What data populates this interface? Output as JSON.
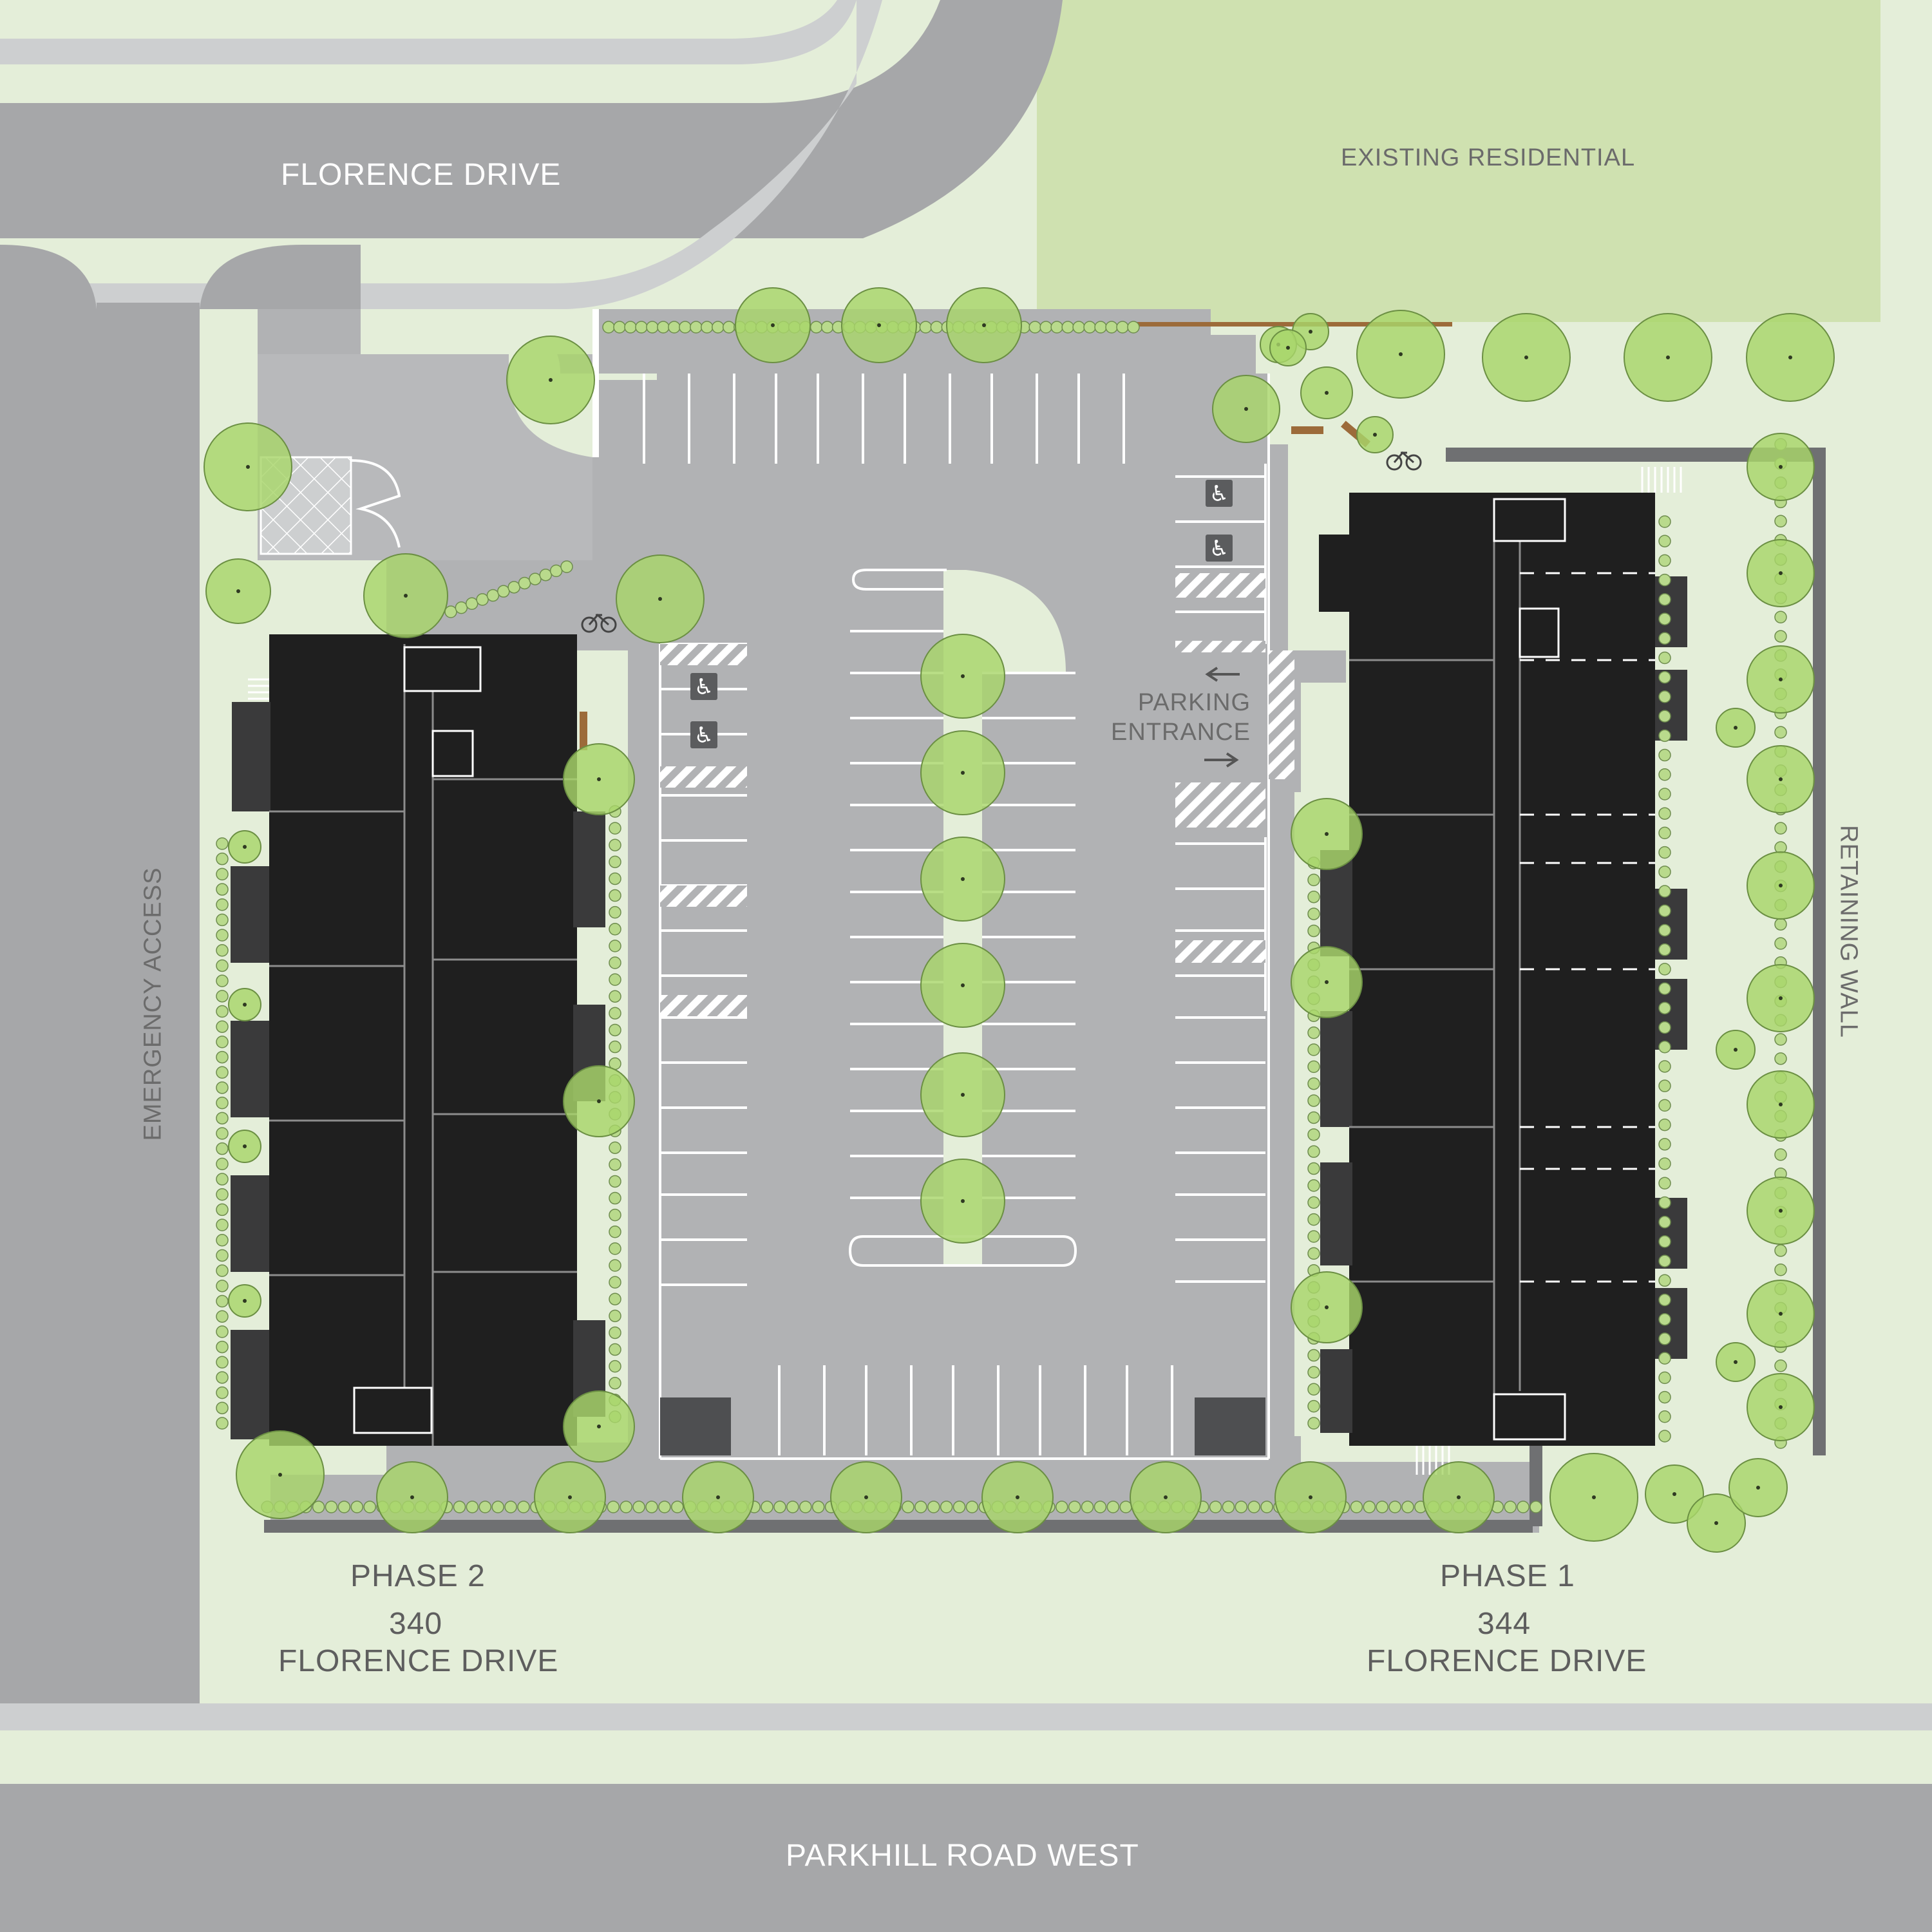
{
  "labels": {
    "florence_drive_top": "FLORENCE DRIVE",
    "existing_residential": "EXISTING RESIDENTIAL",
    "parking_entrance_line1": "PARKING",
    "parking_entrance_line2": "ENTRANCE",
    "emergency_access": "EMERGENCY ACCESS",
    "retaining_wall": "RETAINING WALL",
    "phase2": "PHASE 2",
    "phase2_addr_number": "340",
    "phase2_addr_street": "FLORENCE DRIVE",
    "phase1": "PHASE 1",
    "phase1_addr_number": "344",
    "phase1_addr_street": "FLORENCE DRIVE",
    "parkhill_road": "PARKHILL ROAD WEST"
  },
  "colors": {
    "lawn": "#e4eed9",
    "existing_residential_lot": "#cfe1b0",
    "road": "#a6a7a9",
    "sidewalk": "#cdcfd0",
    "parking_lot": "#b1b2b4",
    "building_roof": "#1f1f1f",
    "tree_canopy": "#a8d66a",
    "shrub": "#b9da8c",
    "retaining_wall": "#6f7072"
  },
  "icons": [
    "accessible-parking-icon",
    "bicycle-icon",
    "arrow-left-icon",
    "arrow-right-icon",
    "stair-icon",
    "tree-icon",
    "shrub-icon"
  ]
}
